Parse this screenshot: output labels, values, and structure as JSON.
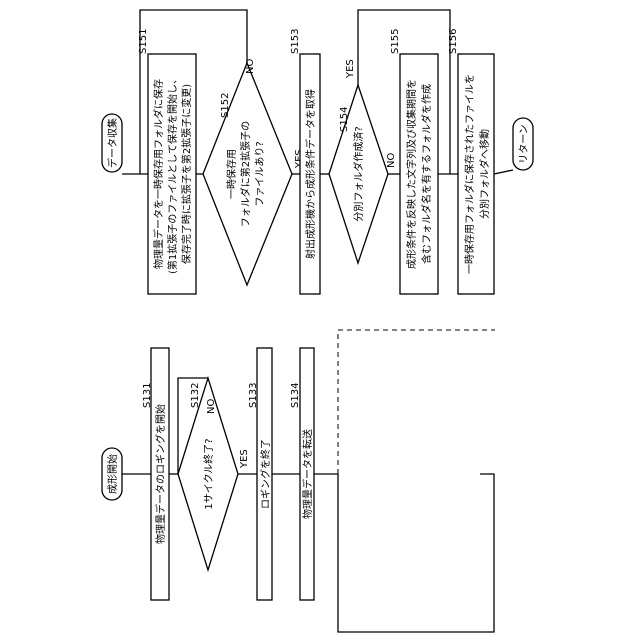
{
  "flow_a": {
    "start": "成形開始",
    "s131_label": "S131",
    "s131_text": "物理量データのロギングを開始",
    "s132_label": "S132",
    "s132_text": "1サイクル終了?",
    "s132_yes": "YES",
    "s132_no": "NO",
    "s133_label": "S133",
    "s133_text": "ロギングを終了",
    "s134_label": "S134",
    "s134_text": "物理量データを転送"
  },
  "flow_b": {
    "start": "データ収集",
    "s151_label": "S151",
    "s151_lines": [
      "物理量データを一時保存用フォルダに保存",
      "(第1拡張子のファイルとして保存を開始し、",
      "保存完了時に拡張子を第2拡張子に変更)"
    ],
    "s152_label": "S152",
    "s152_lines": [
      "一時保存用",
      "フォルダに第2拡張子の",
      "ファイルあり?"
    ],
    "s152_yes": "YES",
    "s152_no": "NO",
    "s153_label": "S153",
    "s153_text": "射出成形機から成形条件データを取得",
    "s154_label": "S154",
    "s154_text": "分別フォルダ作成済?",
    "s154_yes": "YES",
    "s154_no": "NO",
    "s155_label": "S155",
    "s155_lines": [
      "成形条件を反映した文字列及び収集期間を",
      "含むフォルダ名を有するフォルダを作成"
    ],
    "s156_label": "S156",
    "s156_lines": [
      "一時保存用フォルダに保存されたファイルを",
      "分別フォルダへ移動"
    ],
    "end": "リターン"
  }
}
